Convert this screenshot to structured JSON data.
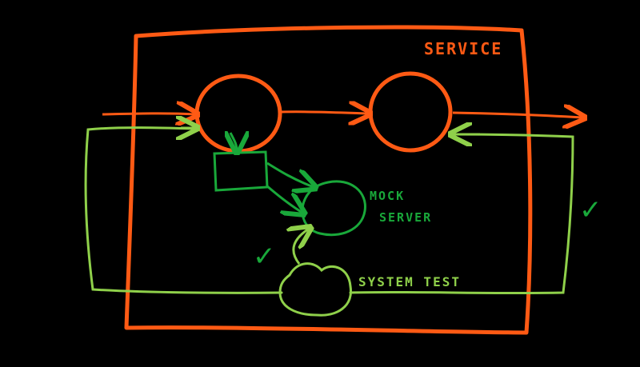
{
  "labels": {
    "service": "SERVICE",
    "mock_server": [
      "MOCK",
      "SERVER"
    ],
    "system_test": "SYSTEM TEST"
  },
  "check_mark": "✓",
  "colors": {
    "background": "#000000",
    "service_orange": "#ff5a14",
    "mock_green": "#19a83a",
    "test_light_green": "#8fd04a"
  }
}
